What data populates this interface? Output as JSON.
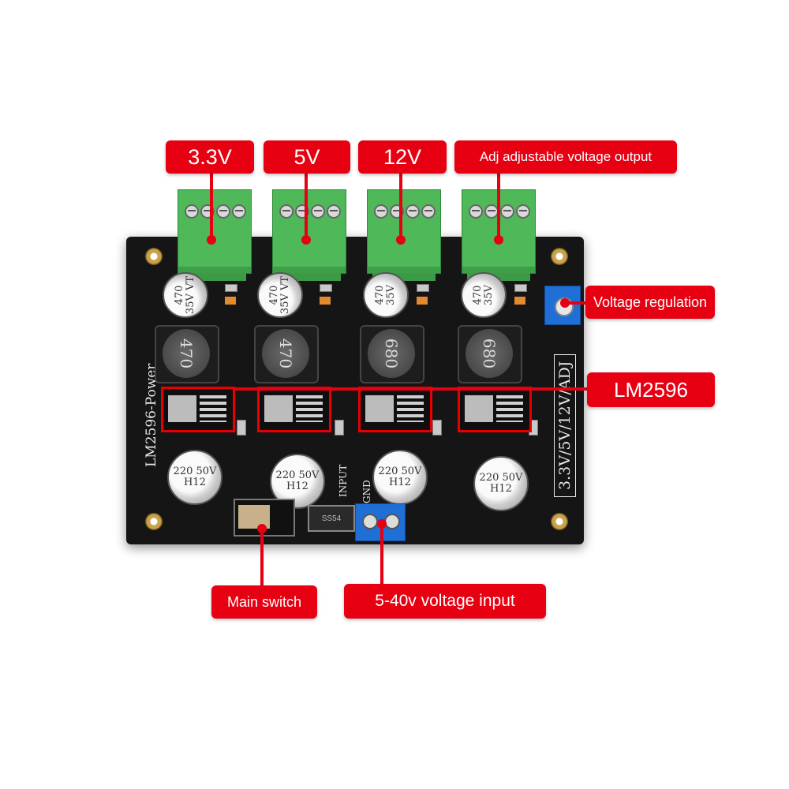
{
  "labels": {
    "v33": "3.3V",
    "v5": "5V",
    "v12": "12V",
    "adj": "Adj adjustable voltage output",
    "regulation": "Voltage regulation",
    "chip": "LM2596",
    "switch": "Main switch",
    "input": "5-40v voltage input"
  },
  "board": {
    "name": "LM2596-Power",
    "outputs": "3.3V/5V/12V/ADJ",
    "input": "INPUT",
    "gnd": "GND"
  },
  "caps_top": [
    "470 35V VT",
    "470 35V VT",
    "470 35V",
    "470 35V"
  ],
  "caps_bottom": [
    "220 50V H12",
    "220 50V H12",
    "220 50V H12",
    "220 50V H12"
  ],
  "inductors": [
    "470",
    "470",
    "680",
    "680"
  ],
  "colors": {
    "label": "#e60012",
    "pcb": "#151515",
    "terminal": "#4fb858",
    "blue": "#1f6fd6"
  }
}
